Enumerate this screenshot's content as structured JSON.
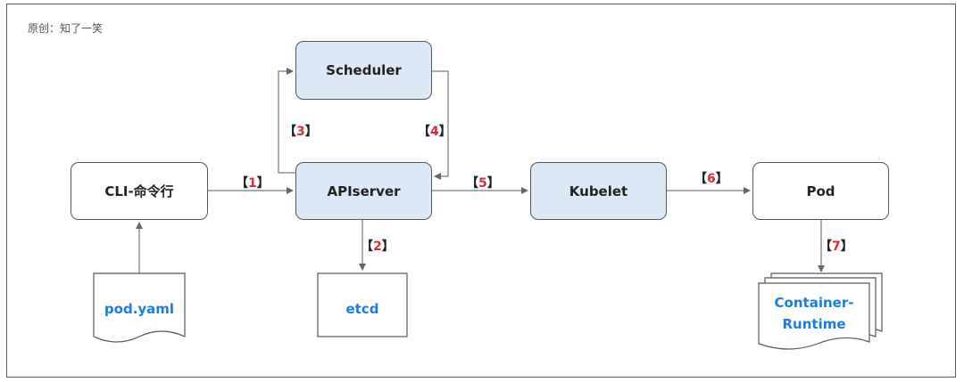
{
  "caption": "原创：知了一笑",
  "nodes": {
    "scheduler": "Scheduler",
    "cli": "CLI-命令行",
    "apiserver": "APIserver",
    "kubelet": "Kubelet",
    "pod": "Pod",
    "podyaml": "pod.yaml",
    "etcd": "etcd",
    "runtime_line1": "Container-",
    "runtime_line2": "Runtime"
  },
  "steps": [
    {
      "open": "【",
      "num": "1",
      "close": "】"
    },
    {
      "open": "【",
      "num": "2",
      "close": "】"
    },
    {
      "open": "【",
      "num": "3",
      "close": "】"
    },
    {
      "open": "【",
      "num": "4",
      "close": "】"
    },
    {
      "open": "【",
      "num": "5",
      "close": "】"
    },
    {
      "open": "【",
      "num": "6",
      "close": "】"
    },
    {
      "open": "【",
      "num": "7",
      "close": "】"
    }
  ],
  "colors": {
    "box_fill_blue": "#dde8f7",
    "accent_text": "#1a7de3",
    "step_number": "#e0283a"
  }
}
